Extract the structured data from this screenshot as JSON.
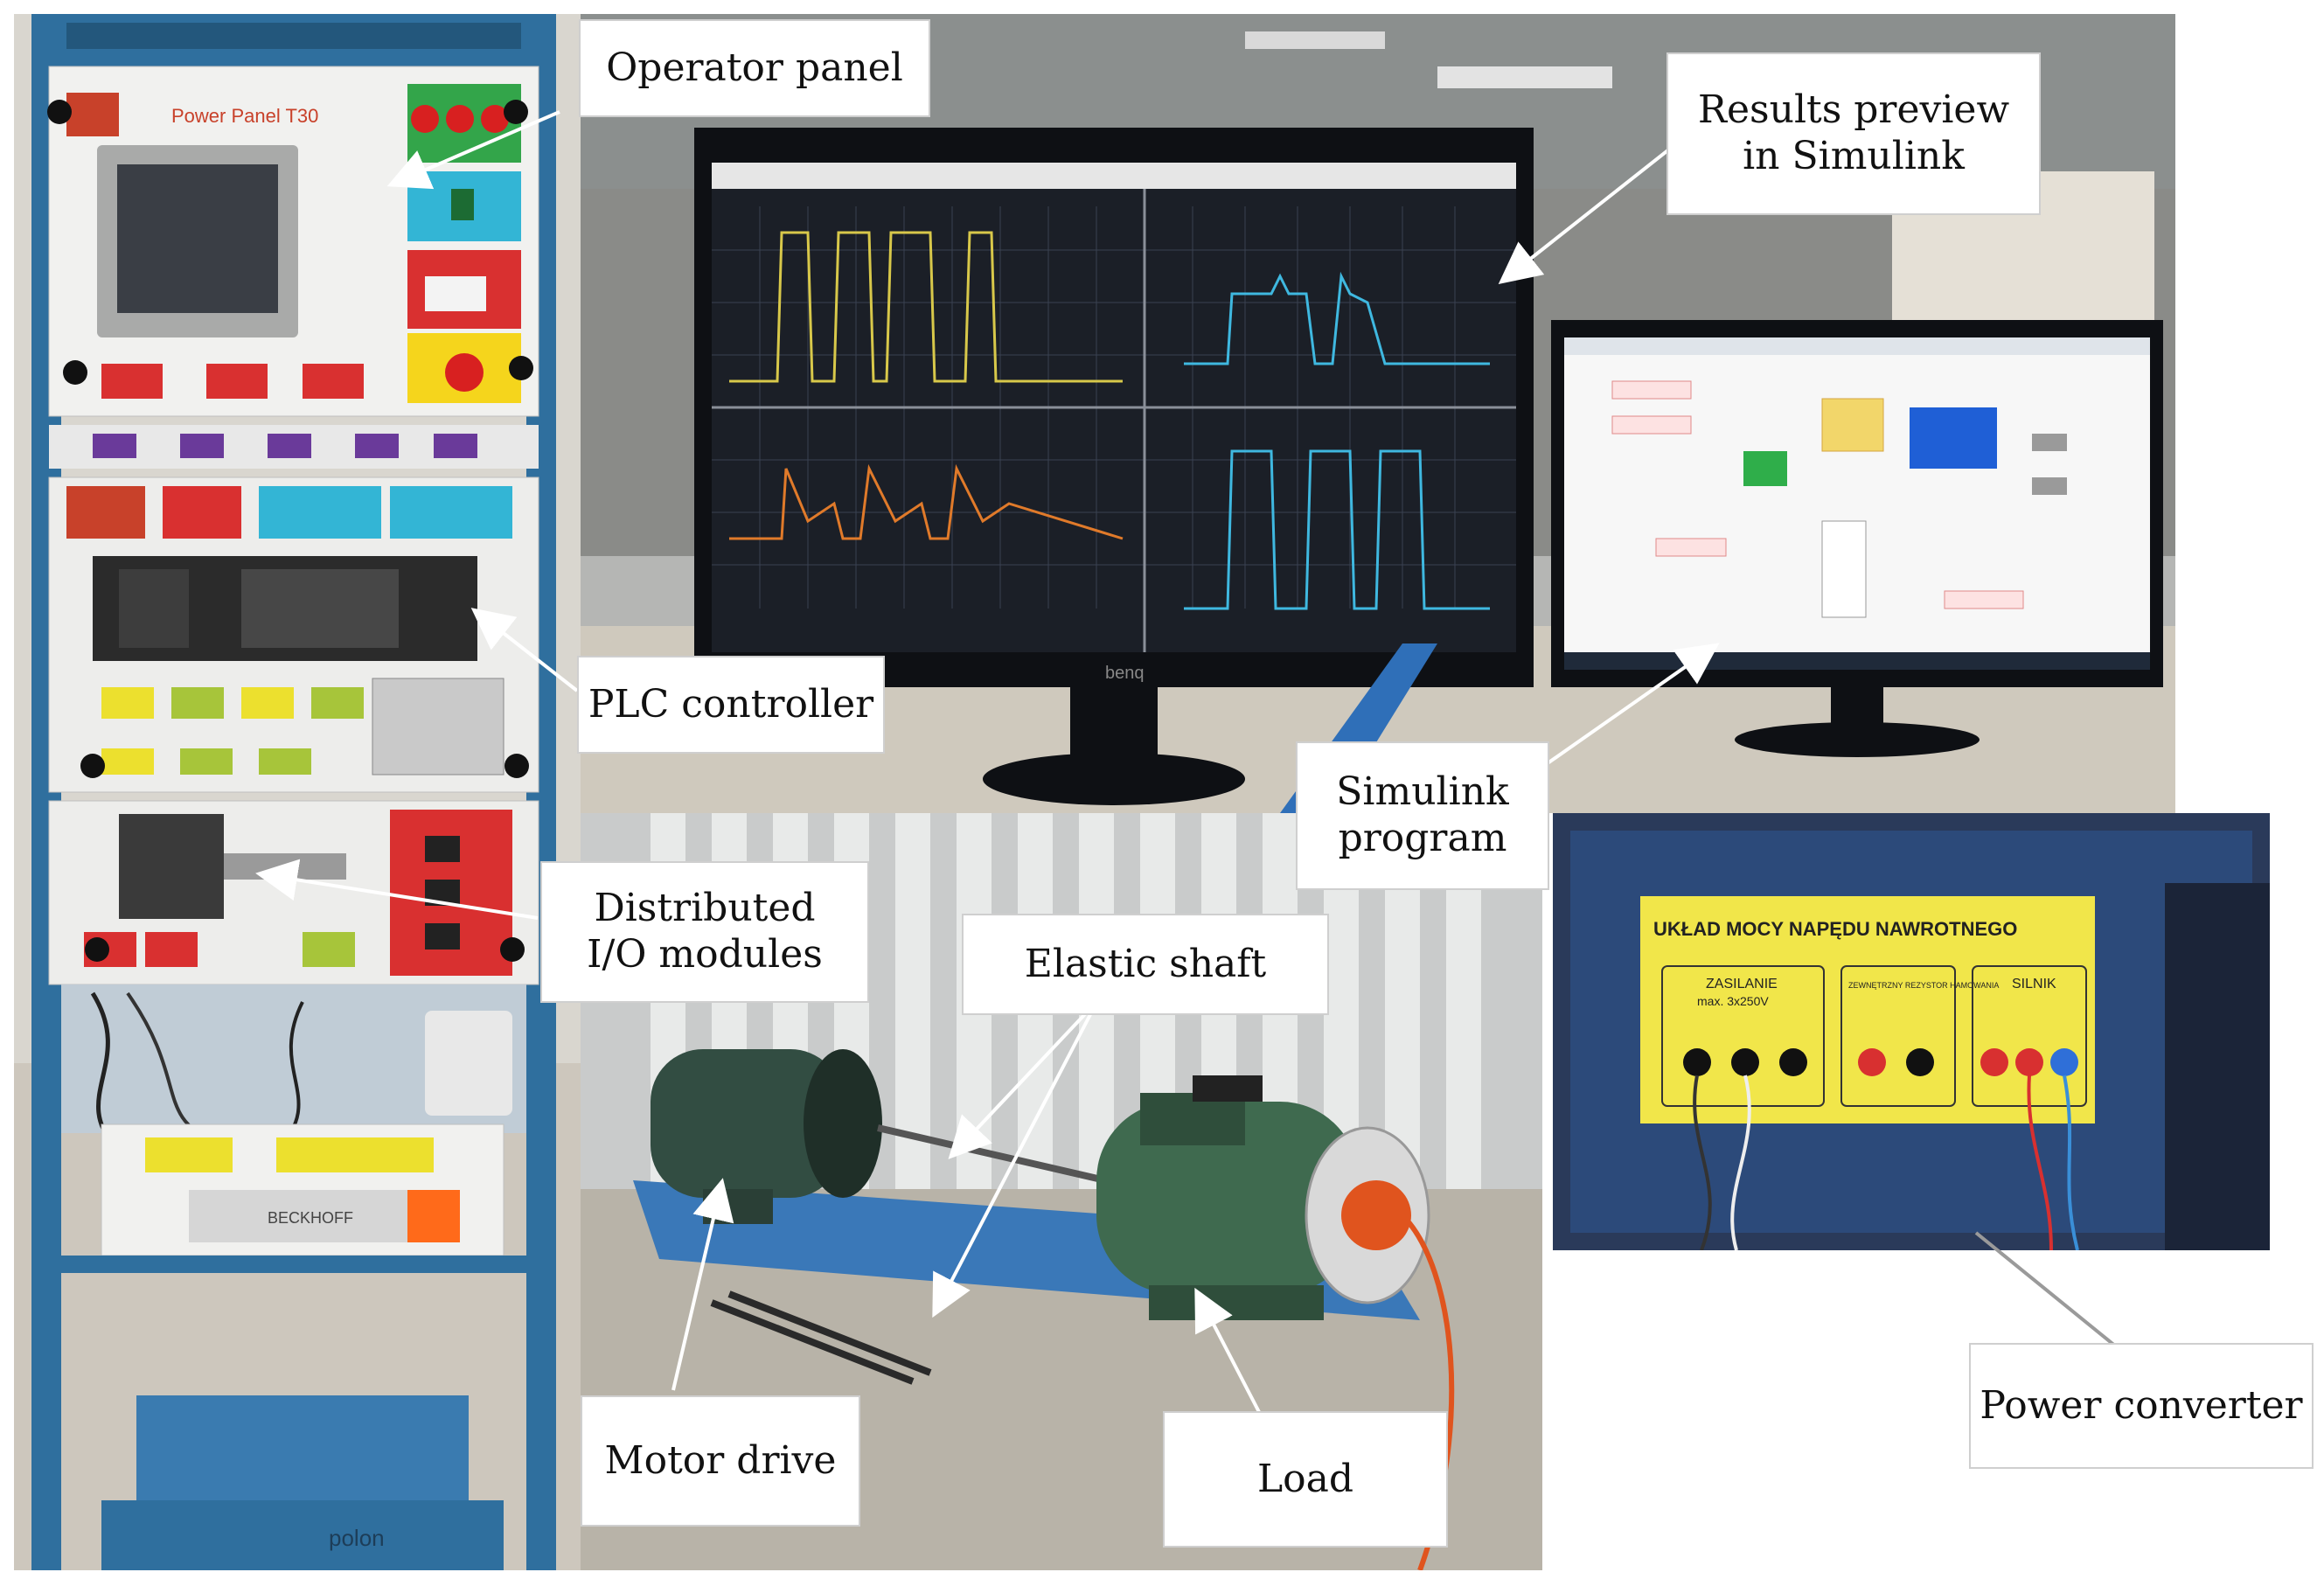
{
  "labels": {
    "operator_panel": "Operator panel",
    "results_preview_line1": "Results preview",
    "results_preview_line2": "in Simulink",
    "plc_controller": "PLC controller",
    "distributed_io_line1": "Distributed",
    "distributed_io_line2": "I/O modules",
    "elastic_shaft": "Elastic shaft",
    "simulink_program_line1": "Simulink",
    "simulink_program_line2": "program",
    "motor_drive": "Motor drive",
    "load": "Load",
    "power_converter": "Power converter"
  },
  "photo_text": {
    "power_panel_title": "Power Panel T30",
    "monitor_brand": "benq",
    "rack_brand": "polon",
    "converter_title": "UKŁAD MOCY NAPĘDU NAWROTNEGO",
    "converter_section_1": "ZASILANIE",
    "converter_section_1_sub": "max. 3x250V",
    "converter_section_2": "ZEWNĘTRZNY REZYSTOR HAMOWANIA",
    "converter_section_3": "SILNIK",
    "io_module_text": "BECKHOFF"
  },
  "colors": {
    "rack_frame": "#2f6f9e",
    "monitor_screen": "#1b1f27",
    "converter_panel": "#f1e64a",
    "motor_green": "#3f6a4f",
    "label_border": "#cfcfcf"
  }
}
